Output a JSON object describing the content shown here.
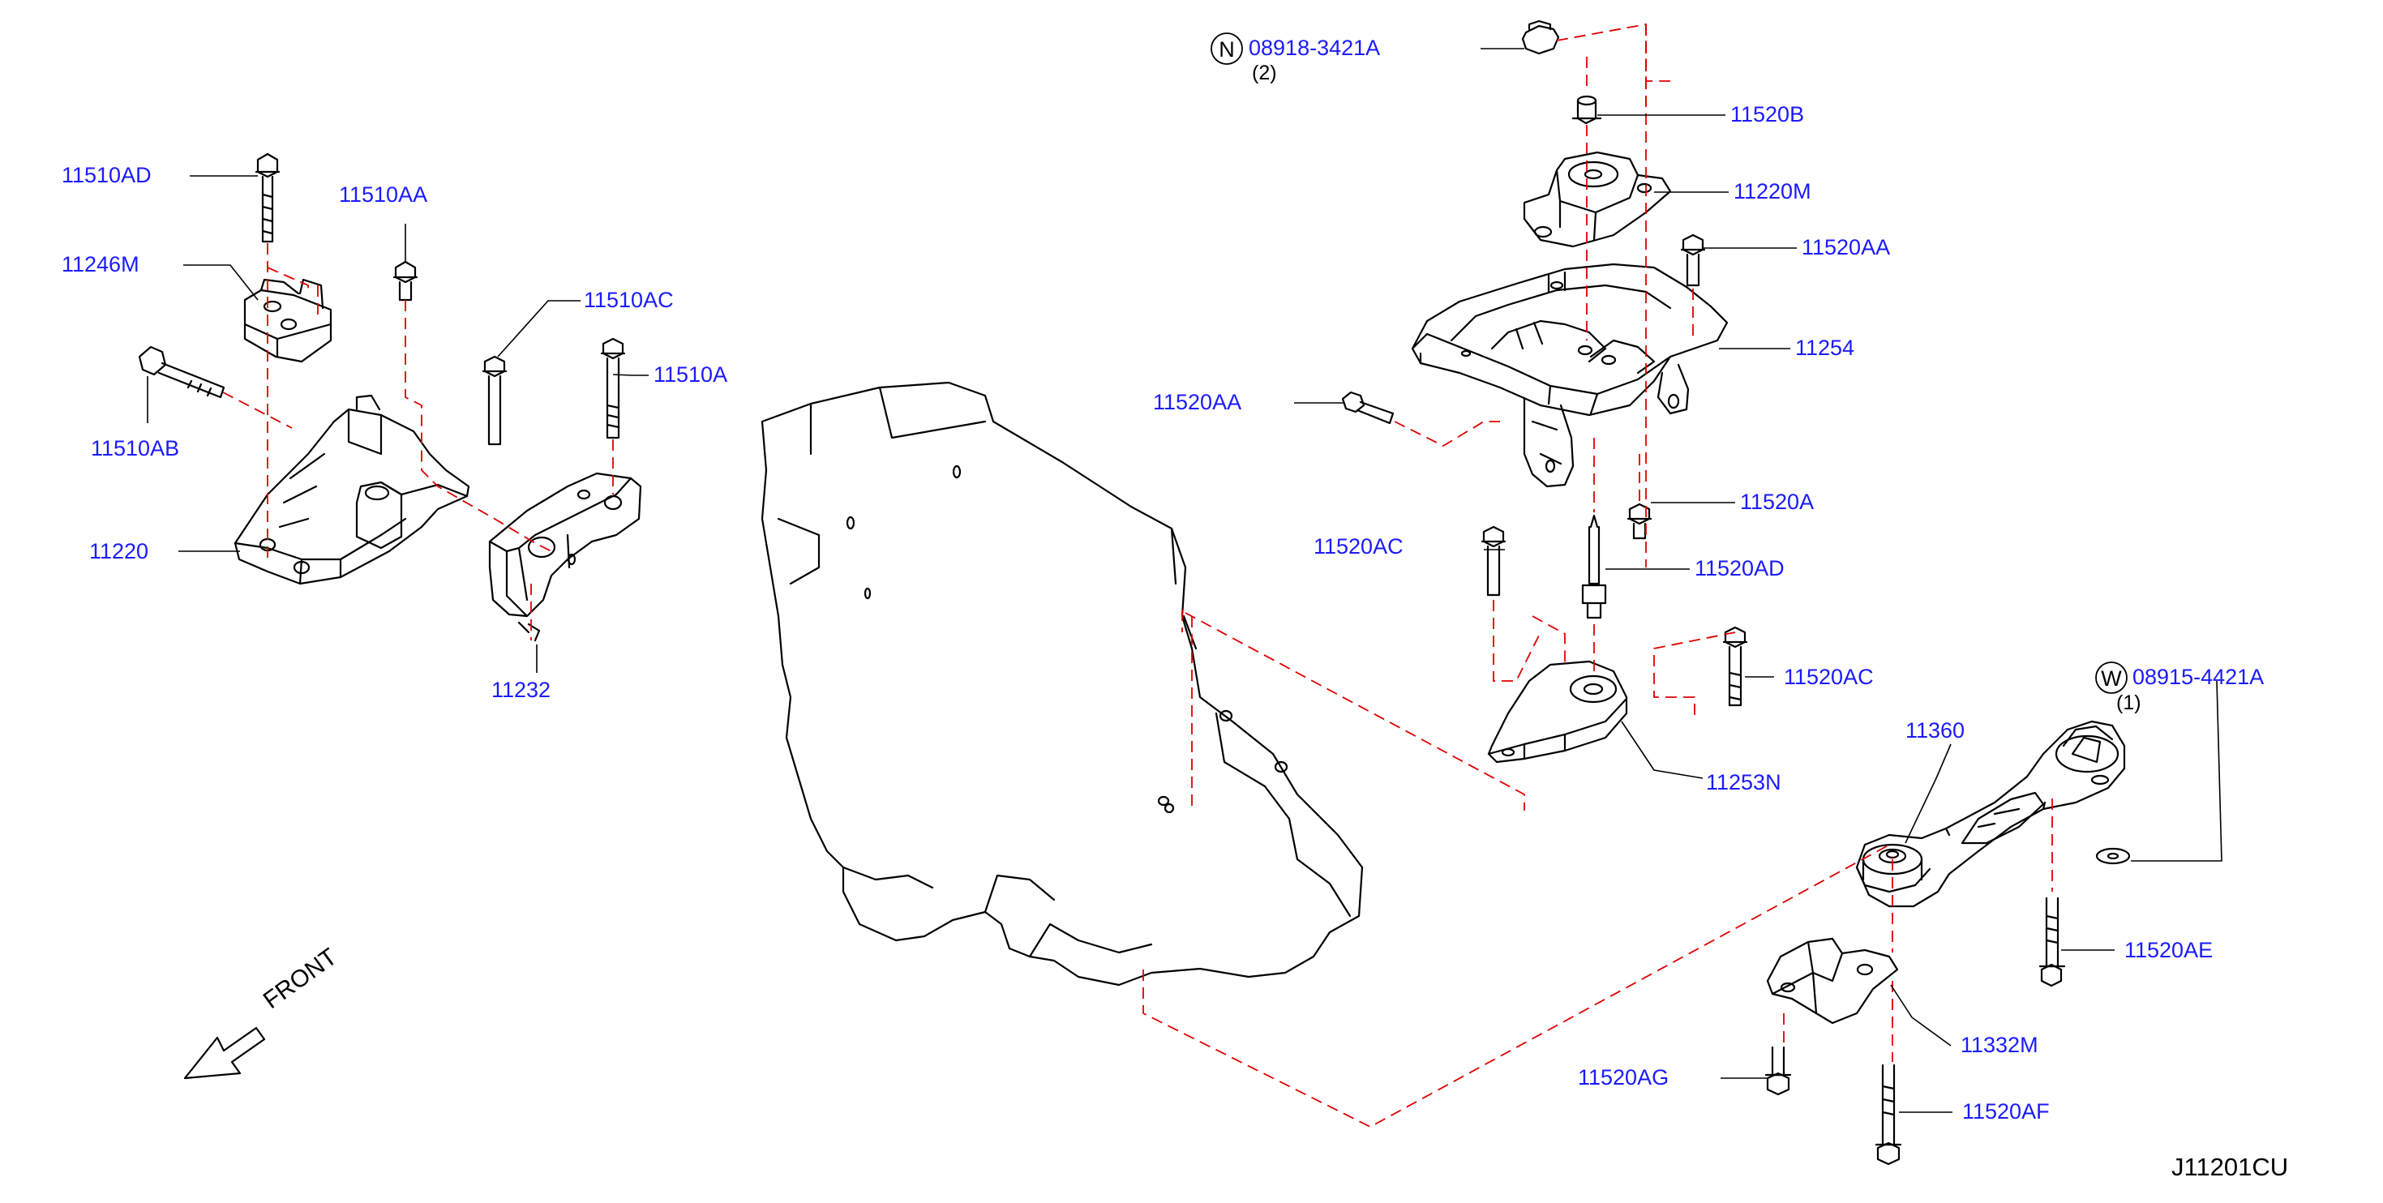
{
  "colors": {
    "label": "#1a1aff",
    "outline": "#000000",
    "centerline": "#e00000"
  },
  "diagram_code": "J11201CU",
  "front_label": "FRONT",
  "parts": {
    "p11510AD": "11510AD",
    "p11510AA": "11510AA",
    "p11246M": "11246M",
    "p11510AC": "11510AC",
    "p11510AB": "11510AB",
    "p11510A": "11510A",
    "p11220": "11220",
    "p11232": "11232",
    "n08918": "08918-3421A",
    "n08918_qty": "(2)",
    "n08918_sym": "N",
    "p11520B": "11520B",
    "p11220M": "11220M",
    "p11520AA_a": "11520AA",
    "p11254": "11254",
    "p11520AA_b": "11520AA",
    "p11520A": "11520A",
    "p11520AC_a": "11520AC",
    "p11520AD": "11520AD",
    "p11520AC_b": "11520AC",
    "w08915": "08915-4421A",
    "w08915_qty": "(1)",
    "w08915_sym": "W",
    "p11360": "11360",
    "p11253N": "11253N",
    "p11520AE": "11520AE",
    "p11332M": "11332M",
    "p11520AG": "11520AG",
    "p11520AF": "11520AF"
  }
}
